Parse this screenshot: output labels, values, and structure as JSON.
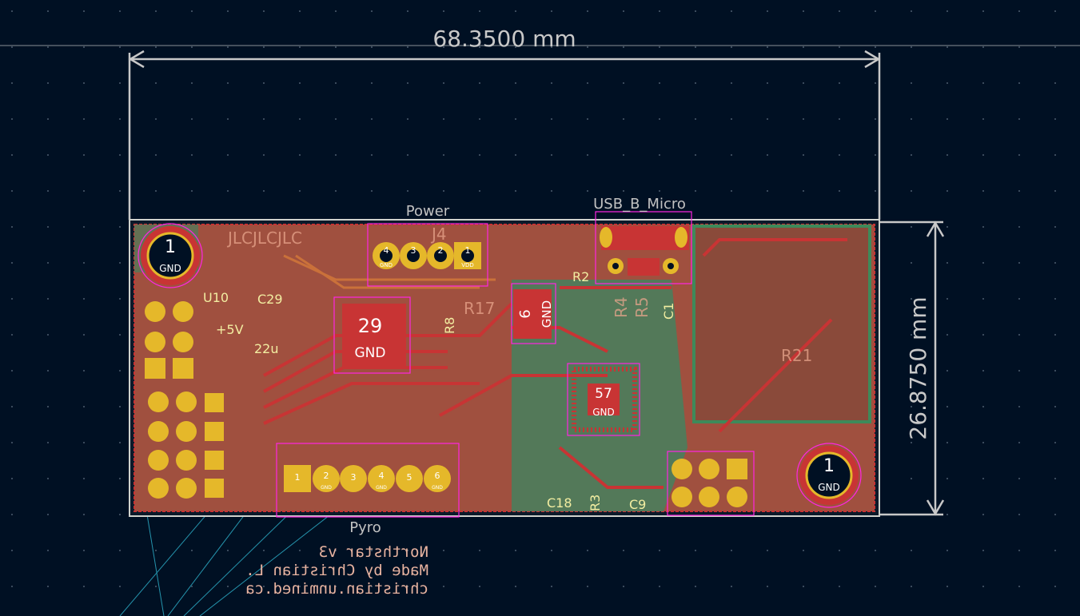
{
  "dimensions": {
    "width_label": "68.3500 mm",
    "height_label": "26.8750 mm"
  },
  "footprint_labels": {
    "power": "Power",
    "usb": "USB_B_Micro",
    "pyro": "Pyro"
  },
  "silkscreen": {
    "refs": [
      "J4",
      "U10",
      "C29",
      "R8",
      "R17",
      "R2",
      "R4",
      "R5",
      "C1",
      "C18",
      "R3",
      "C9",
      "R21"
    ],
    "jlc": "JLCJLCJLC",
    "sides_power": [
      "+5V",
      "22u"
    ]
  },
  "pads": {
    "mount_hole": {
      "number": "1",
      "net": "GND"
    },
    "power_header": [
      {
        "n": "4",
        "net": "GND"
      },
      {
        "n": "3",
        "net": ""
      },
      {
        "n": "2",
        "net": ""
      },
      {
        "n": "1",
        "net": "VDD"
      }
    ],
    "pyro_header": [
      {
        "n": "1",
        "net": ""
      },
      {
        "n": "2",
        "net": "GND"
      },
      {
        "n": "3",
        "net": ""
      },
      {
        "n": "4",
        "net": "GND"
      },
      {
        "n": "5",
        "net": ""
      },
      {
        "n": "6",
        "net": "GND"
      }
    ],
    "ic_thermal": [
      {
        "n": "29",
        "net": "GND"
      },
      {
        "n": "9",
        "net": "GND"
      },
      {
        "n": "57",
        "net": "GND"
      }
    ]
  },
  "credits": [
    "Northstar v3",
    "Made by Christian L.",
    "christian.unmined.ca"
  ],
  "colors": {
    "background": "#001023",
    "copper_front": "#c83434",
    "copper_back": "#a0503f",
    "silk_front": "#f2eda1",
    "edge_cuts": "#d0d2cd",
    "courtyard": "#ff26e2",
    "pad": "#e5b82a",
    "ratsnest": "#2fb6d0"
  }
}
